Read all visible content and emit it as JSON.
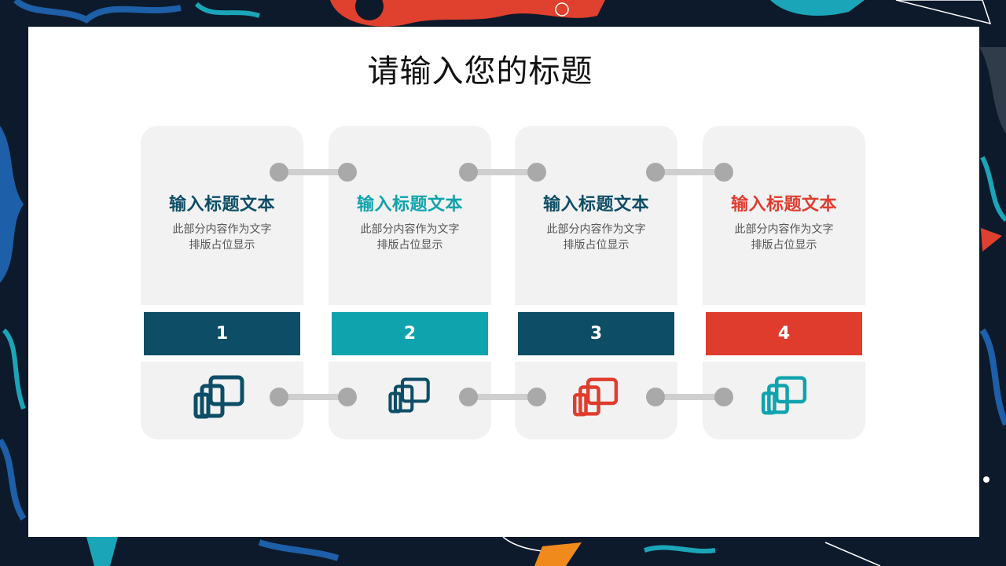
{
  "slide": {
    "title": "请输入您的标题",
    "cards": [
      {
        "heading": "输入标题文本",
        "line1": "此部分内容作为文字",
        "line2": "排版占位显示",
        "number": "1",
        "heading_color": "#0d4d66",
        "bar_color": "#0d4d66",
        "icon_color": "#0d4d66",
        "icon": "devices-icon"
      },
      {
        "heading": "输入标题文本",
        "line1": "此部分内容作为文字",
        "line2": "排版占位显示",
        "number": "2",
        "heading_color": "#0fa3ad",
        "bar_color": "#0fa3ad",
        "icon_color": "#0d4d66",
        "icon": "devices-icon"
      },
      {
        "heading": "输入标题文本",
        "line1": "此部分内容作为文字",
        "line2": "排版占位显示",
        "number": "3",
        "heading_color": "#0d4d66",
        "bar_color": "#0d4d66",
        "icon_color": "#e03c2d",
        "icon": "devices-icon"
      },
      {
        "heading": "输入标题文本",
        "line1": "此部分内容作为文字",
        "line2": "排版占位显示",
        "number": "4",
        "heading_color": "#e03c2d",
        "bar_color": "#e03c2d",
        "icon_color": "#0fa3ad",
        "icon": "devices-icon"
      }
    ]
  },
  "colors": {
    "background": "#0d1a2b",
    "card": "#f2f2f2",
    "connector": "#a9a9a9",
    "decor_red": "#e0402e",
    "decor_teal": "#1ba5b8",
    "decor_blue": "#1d5fa8"
  }
}
